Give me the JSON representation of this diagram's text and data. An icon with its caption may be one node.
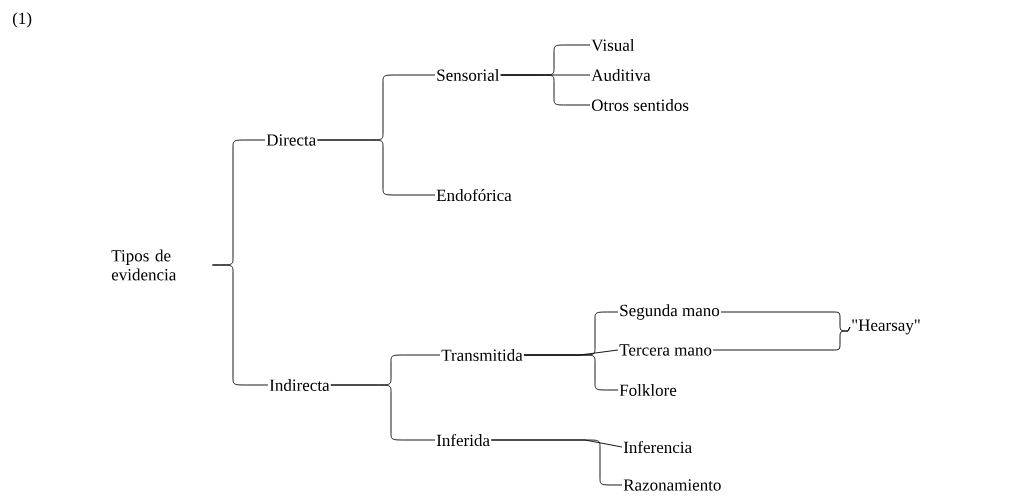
{
  "diagram": {
    "nodes": [
      {
        "text": [
          "Tipos de evidencia"
        ]
      },
      {
        "text": [
          "Directa"
        ]
      },
      {
        "text": [
          "Sensorial"
        ]
      },
      {
        "text": [
          "Visual"
        ]
      },
      {
        "text": [
          "Auditiva"
        ]
      },
      {
        "text": [
          "Otros sentidos"
        ]
      },
      {
        "text": [
          "Endofórica"
        ]
      },
      {
        "text": [
          "Indirecta"
        ]
      },
      {
        "text": [
          "Transmitida"
        ]
      },
      {
        "text": [
          "Segunda mano"
        ]
      },
      {
        "text": [
          "Tercera mano"
        ]
      },
      {
        "text": [
          "\"Hearsay\""
        ]
      },
      {
        "text": [
          "Folklore"
        ]
      },
      {
        "text": [
          "Inferida"
        ]
      },
      {
        "text": [
          "Inferencia"
        ]
      },
      {
        "text": [
          "Razonamiento"
        ]
      }
    ],
    "edges": [
      {
        "from": 0,
        "to": 1,
        "arrow": "none"
      },
      {
        "from": 0,
        "to": 7,
        "arrow": "none"
      },
      {
        "from": 1,
        "to": 2,
        "arrow": "none"
      },
      {
        "from": 1,
        "to": 6,
        "arrow": "none"
      },
      {
        "from": 2,
        "to": 3,
        "arrow": "none"
      },
      {
        "from": 2,
        "to": 4,
        "arrow": "none"
      },
      {
        "from": 2,
        "to": 5,
        "arrow": "none"
      },
      {
        "from": 7,
        "to": 8,
        "arrow": "none"
      },
      {
        "from": 7,
        "to": 13,
        "arrow": "none"
      },
      {
        "from": 8,
        "to": 9,
        "arrow": "none"
      },
      {
        "from": 8,
        "to": 10,
        "arrow": "none"
      },
      {
        "from": 8,
        "to": 12,
        "arrow": "none"
      },
      {
        "from": 9,
        "to": 11,
        "arrow": "none"
      },
      {
        "from": 10,
        "to": 11,
        "arrow": "none"
      },
      {
        "from": 13,
        "to": 14,
        "arrow": "none"
      },
      {
        "from": 13,
        "to": 15,
        "arrow": "none"
      }
    ],
    "labels": [
      "(1)"
    ]
  }
}
